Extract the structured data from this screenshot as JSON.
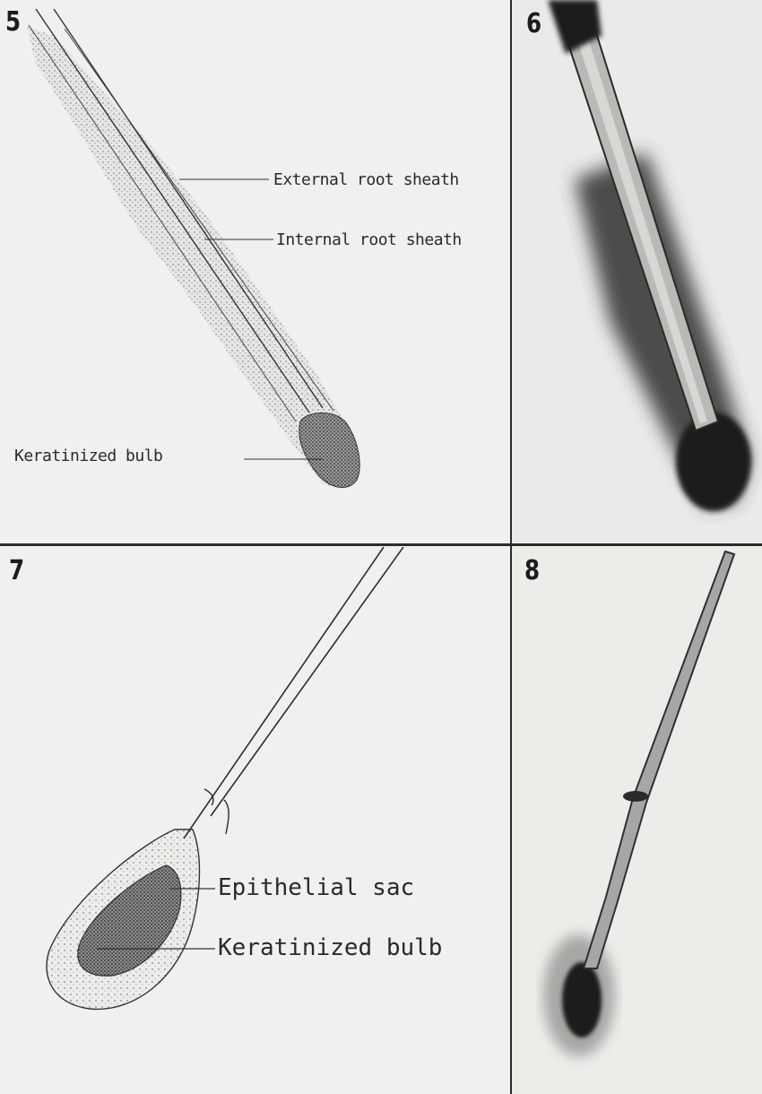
{
  "figures": [
    {
      "number": "5",
      "kind": "drawing",
      "labels": [
        "External root sheath",
        "Internal root sheath",
        "Keratinized bulb"
      ]
    },
    {
      "number": "6",
      "kind": "photomicrograph"
    },
    {
      "number": "7",
      "kind": "drawing",
      "labels": [
        "Epithelial sac",
        "Keratinized bulb"
      ]
    },
    {
      "number": "8",
      "kind": "photomicrograph"
    }
  ]
}
